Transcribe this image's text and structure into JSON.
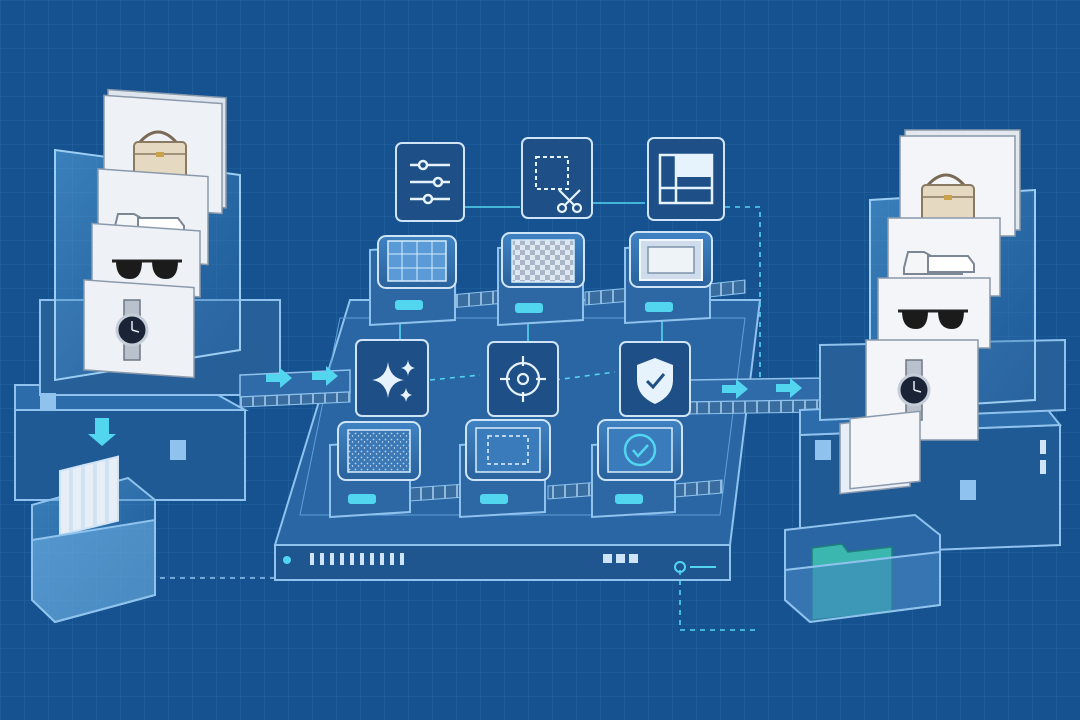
{
  "diagram": {
    "input_stack": {
      "products": [
        {
          "icon": "handbag-icon"
        },
        {
          "icon": "sneakers-icon"
        },
        {
          "icon": "sunglasses-icon"
        },
        {
          "icon": "watch-icon"
        }
      ]
    },
    "output_stack": {
      "products": [
        {
          "icon": "handbag-icon"
        },
        {
          "icon": "sneakers-icon"
        },
        {
          "icon": "sunglasses-icon"
        },
        {
          "icon": "watch-icon"
        }
      ]
    },
    "processing_steps": [
      {
        "id": "adjust",
        "icon": "sliders-icon",
        "pad": "grid-pad"
      },
      {
        "id": "crop",
        "icon": "crop-scissors-icon",
        "pad": "transparent-checker-pad"
      },
      {
        "id": "layout",
        "icon": "layout-grid-icon",
        "pad": "framed-image-pad"
      },
      {
        "id": "enhance",
        "icon": "sparkles-icon",
        "pad": "noise-pad"
      },
      {
        "id": "focus",
        "icon": "target-icon",
        "pad": "dashed-frame-pad"
      },
      {
        "id": "verify",
        "icon": "shield-check-icon",
        "pad": "check-circle-pad"
      }
    ],
    "flow_arrows": [
      {
        "from": "input-tray",
        "to": "pipeline-board"
      },
      {
        "from": "pipeline-board",
        "to": "output-tray"
      }
    ],
    "input_bin": {
      "icon": "card-bin-icon"
    },
    "output_bin": {
      "icon": "folder-bin-icon"
    },
    "colors": {
      "background": "#15528f",
      "grid_line": "#2a6aa8",
      "panel": "#2e6fae",
      "panel_edge": "#8fc3ee",
      "accent_cyan": "#52d6f0",
      "icon_tile": "#1e4f86",
      "card_face": "#eef2f6",
      "folder_teal": "#3bb7b0"
    }
  }
}
